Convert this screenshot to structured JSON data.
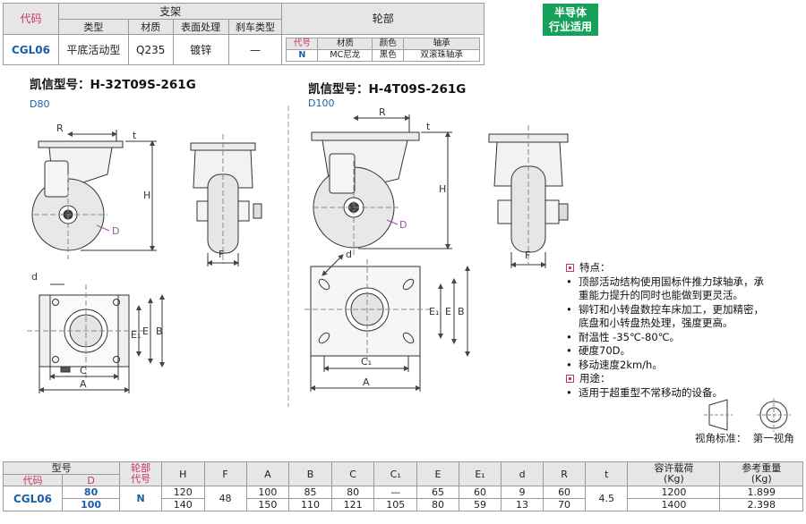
{
  "top_table": {
    "code_header": "代码",
    "frame_header": "支架",
    "wheel_header": "轮部",
    "sub_headers": [
      "类型",
      "材质",
      "表面处理",
      "刹车类型"
    ],
    "code": "CGL06",
    "type": "平底活动型",
    "material": "Q235",
    "surface": "镀锌",
    "brake": "—",
    "wheel_sub": {
      "headers": [
        "代号",
        "材质",
        "颜色",
        "轴承"
      ],
      "values": [
        "N",
        "MC尼龙",
        "黑色",
        "双滚珠轴承"
      ]
    }
  },
  "badge": [
    "半导体",
    "行业适用"
  ],
  "models": {
    "left": "凯信型号：H-32T09S-261G",
    "right": "凯信型号：H-4T09S-261G"
  },
  "size_labels": {
    "left": "D80",
    "right": "D100"
  },
  "dim_labels": {
    "R": "R",
    "t": "t",
    "H": "H",
    "D": "D",
    "F": "F",
    "d": "d",
    "E1": "E₁",
    "E": "E",
    "B": "B",
    "C": "C",
    "C1": "C₁",
    "A": "A"
  },
  "features": {
    "title": "特点：",
    "items": [
      [
        "顶部活动结构使用国标件推力球轴承，承",
        "重能力提升的同时也能做到更灵活。"
      ],
      [
        "铆钉和小转盘数控车床加工，更加精密，",
        "底盘和小转盘热处理，强度更高。"
      ],
      [
        "耐温性 -35℃-80℃。"
      ],
      [
        "硬度70D。"
      ],
      [
        "移动速度2km/h。"
      ]
    ],
    "usage_title": "用途：",
    "usage_items": [
      [
        "适用于超重型不常移动的设备。"
      ]
    ]
  },
  "view_standard": "视角标准：  第一视角",
  "spec_table": {
    "h_model": "型号",
    "h_code": "代码",
    "h_d": "D",
    "h_wheel": [
      "轮部",
      "代号"
    ],
    "cols": [
      "H",
      "F",
      "A",
      "B",
      "C",
      "C₁",
      "E",
      "E₁",
      "d",
      "R",
      "t"
    ],
    "h_load": [
      "容许载荷",
      "(Kg)"
    ],
    "h_weight": [
      "参考重量",
      "(Kg)"
    ],
    "code": "CGL06",
    "wheel_code": "N",
    "F_shared": "48",
    "t_shared": "4.5",
    "rows": [
      {
        "D": "80",
        "H": "120",
        "A": "100",
        "B": "85",
        "C": "80",
        "C1": "—",
        "E": "65",
        "E1": "60",
        "d": "9",
        "R": "60",
        "load": "1200",
        "weight": "1.899"
      },
      {
        "D": "100",
        "H": "140",
        "A": "150",
        "B": "110",
        "C": "121",
        "C1": "105",
        "E": "80",
        "E1": "59",
        "d": "13",
        "R": "70",
        "load": "1400",
        "weight": "2.398"
      }
    ]
  }
}
